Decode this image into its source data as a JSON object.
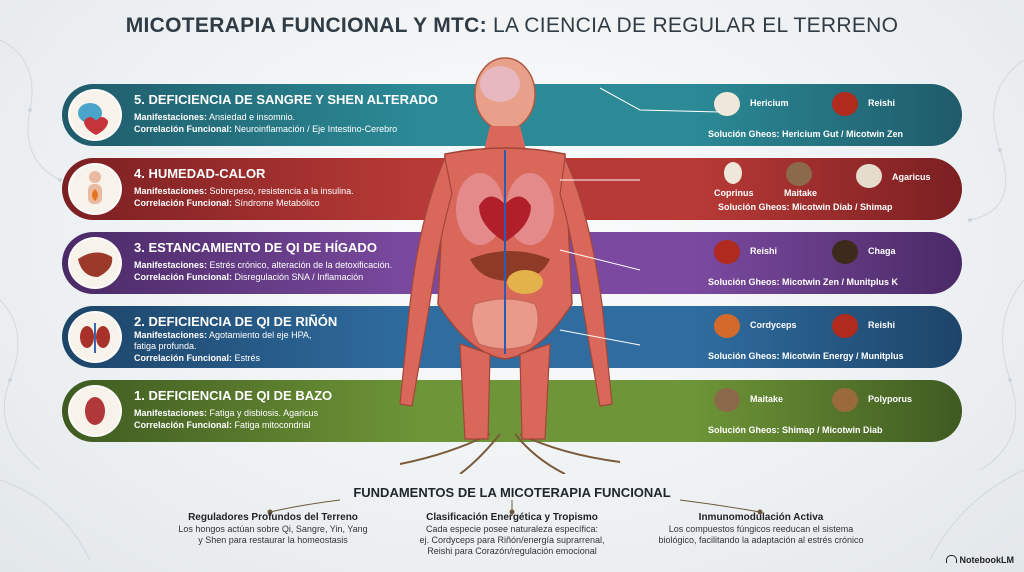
{
  "title": {
    "bold": "MICOTERAPIA FUNCIONAL Y MTC:",
    "light": "LA CIENCIA DE REGULAR EL TERRENO"
  },
  "labels": {
    "manif": "Manifestaciones:",
    "corr": "Correlación Funcional:"
  },
  "bands": [
    {
      "title": "5. DEFICIENCIA DE SANGRE Y SHEN ALTERADO",
      "manif": "Ansiedad e insomnio.",
      "manif2": "",
      "corr": "Neuroinflamación / Eje Intestino-Cerebro",
      "mushrooms": [
        "Hericium",
        "Reishi"
      ],
      "solution": "Solución Gheos: Hericium Gut / Micotwin Zen",
      "color": "#2b8a96",
      "icon": "brain-heart-icon"
    },
    {
      "title": "4. HUMEDAD-CALOR",
      "manif": "Sobrepeso, resistencia a la insulina.",
      "manif2": "",
      "corr": "Síndrome Metabólico",
      "mushrooms": [
        "Coprinus",
        "Maitake",
        "Agaricus"
      ],
      "solution": "Solución Gheos: Micotwin Diab / Shimap",
      "color": "#b83a36",
      "icon": "body-flame-icon"
    },
    {
      "title": "3. ESTANCAMIENTO DE QI DE HÍGADO",
      "manif": "Estrés crónico, alteración de la detoxificación.",
      "manif2": "",
      "corr": "Disregulación SNA / Inflamación",
      "mushrooms": [
        "Reishi",
        "Chaga"
      ],
      "solution": "Solución Gheos: Micotwin Zen / Munitplus K",
      "color": "#7b4aa0",
      "icon": "liver-icon"
    },
    {
      "title": "2. DEFICIENCIA DE QI DE RIÑÓN",
      "manif": "Agotamiento del eje HPA,",
      "manif2": "fatiga profunda.",
      "corr": "Estrés",
      "mushrooms": [
        "Cordyceps",
        "Reishi"
      ],
      "solution": "Solución Gheos: Micotwin Energy / Munitplus",
      "color": "#2f6da0",
      "icon": "kidney-icon"
    },
    {
      "title": "1. DEFICIENCIA DE QI DE BAZO",
      "manif": "Fatiga y disbiosis. Agaricus",
      "manif2": "",
      "corr": "Fatiga mitocondrial",
      "mushrooms": [
        "Maitake",
        "Polyporus"
      ],
      "solution": "Solución Gheos: Shimap / Micotwin Diab",
      "color": "#6e9537",
      "icon": "spleen-icon"
    }
  ],
  "foundations": {
    "title": "FUNDAMENTOS DE LA MICOTERAPIA FUNCIONAL",
    "cols": [
      {
        "heading": "Reguladores Profundos del Terreno",
        "l1": "Los hongos actúan sobre Qi, Sangre, Yin, Yang",
        "l2": "y Shen para restaurar la homeostasis",
        "l3": ""
      },
      {
        "heading": "Clasificación Energética y Tropismo",
        "l1": "Cada especie posee naturaleza específica:",
        "l2": "ej. Cordyceps para Riñón/energía suprarrenal,",
        "l3": "Reishi para Corazón/regulación emocional"
      },
      {
        "heading": "Inmunomodulación Activa",
        "l1": "Los compuestos fúngicos reeducan el sistema",
        "l2": "biológico, facilitando la adaptación al estrés crónico",
        "l3": ""
      }
    ]
  },
  "brand": "NotebookLM"
}
